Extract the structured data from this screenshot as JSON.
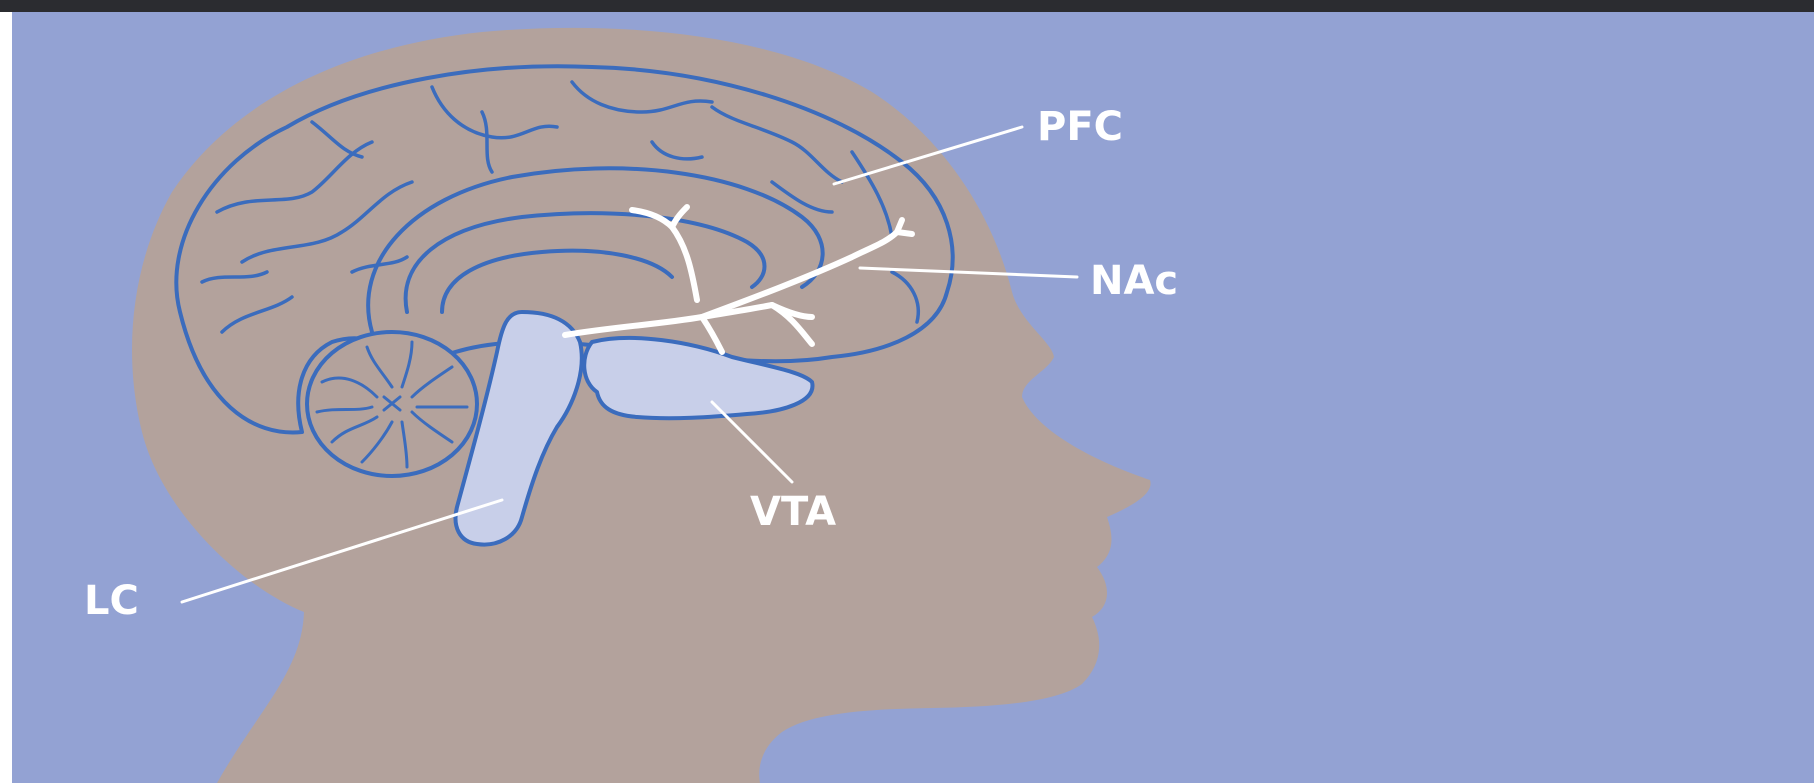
{
  "colors": {
    "background": "#93a2d3",
    "head": "#b3a29c",
    "outline": "#3b6cbd",
    "brainstem": "#c8cfe9",
    "pathway": "#ffffff",
    "top_bar": "#2b2c30"
  },
  "labels": {
    "pfc": "PFC",
    "nac": "NAc",
    "vta": "VTA",
    "lc": "LC"
  }
}
